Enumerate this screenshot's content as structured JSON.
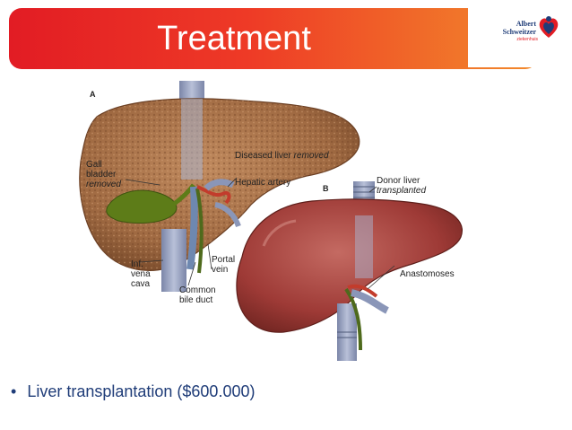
{
  "slide": {
    "title": "Treatment",
    "bullet": "Liver transplantation  ($600.000)"
  },
  "logo": {
    "line1": "Albert",
    "line2": "Schweitzer",
    "sub": "ziekenhuis",
    "brand_color": "#1f3c78",
    "accent_color": "#e21c24"
  },
  "figure": {
    "panel_a": "A",
    "panel_b": "B",
    "diseased_prefix": "Diseased liver ",
    "diseased_suffix": "removed",
    "gall_1": "Gall",
    "gall_2": "bladder",
    "gall_3": "removed",
    "hepatic_artery": "Hepatic artery",
    "donor_1": "Donor liver",
    "donor_2": "transplanted",
    "portal_1": "Portal",
    "portal_2": "vein",
    "inf_1": "Inf.",
    "inf_2": "vena",
    "inf_3": "cava",
    "anastomoses": "Anastomoses",
    "cbd_1": "Common",
    "cbd_2": "bile duct"
  },
  "colors": {
    "banner_start": "#e21c24",
    "banner_end": "#f28a2b",
    "diseased_liver": "#a8724a",
    "donor_liver": "#a8423c",
    "vein": "#8a96b8",
    "gallbladder": "#5a7a1a"
  }
}
